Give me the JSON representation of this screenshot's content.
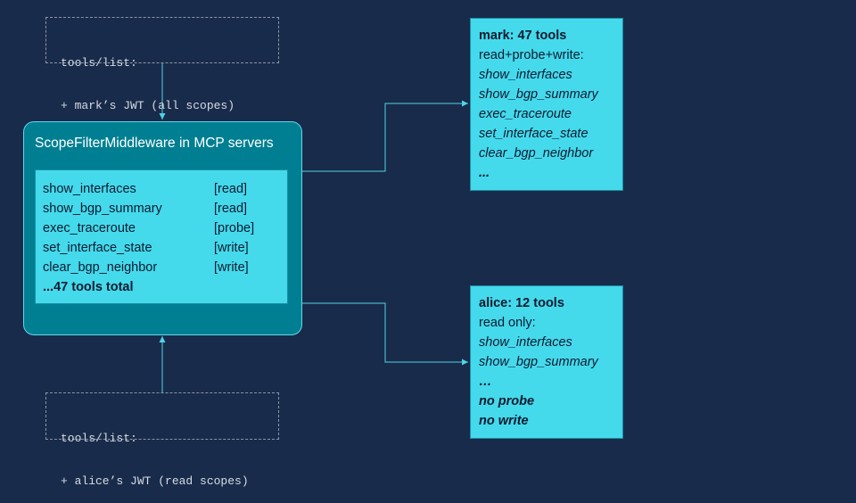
{
  "requests": {
    "mark": {
      "line1": "tools/list:",
      "line2": "+ mark’s JWT (all scopes)"
    },
    "alice": {
      "line1": "tools/list:",
      "line2": "+ alice’s JWT (read scopes)"
    }
  },
  "server": {
    "title": "ScopeFilterMiddleware in MCP servers",
    "tools": [
      {
        "name": "show_interfaces",
        "scope": "[read]"
      },
      {
        "name": "show_bgp_summary",
        "scope": "[read]"
      },
      {
        "name": "exec_traceroute",
        "scope": "[probe]"
      },
      {
        "name": "set_interface_state",
        "scope": "[write]"
      },
      {
        "name": "clear_bgp_neighbor",
        "scope": "[write]"
      }
    ],
    "total": "...47 tools total"
  },
  "mark_result": {
    "title": "mark: 47 tools",
    "subtitle": "read+probe+write:",
    "items": [
      "show_interfaces",
      "show_bgp_summary",
      "exec_traceroute",
      "set_interface_state",
      "clear_bgp_neighbor"
    ],
    "more": "..."
  },
  "alice_result": {
    "title": "alice: 12 tools",
    "subtitle": "read only:",
    "items": [
      "show_interfaces",
      "show_bgp_summary"
    ],
    "more": "…",
    "denied": [
      "no probe",
      "no write"
    ]
  },
  "colors": {
    "background": "#192b4a",
    "server": "#017f92",
    "accent": "#45d9ec",
    "connector": "#4fd3e6"
  }
}
